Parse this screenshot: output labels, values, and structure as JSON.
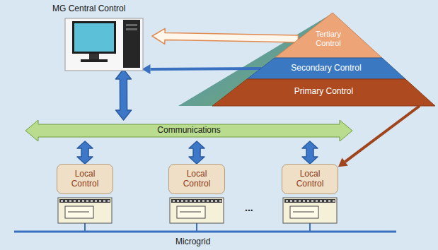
{
  "diagram": {
    "nodes": [
      {
        "text": [
          "MG Central Control"
        ]
      },
      {
        "text": [
          "Tertiary Control"
        ]
      },
      {
        "text": [
          "Secondary Control"
        ]
      },
      {
        "text": [
          "Primary Control"
        ]
      },
      {
        "text": [
          "Communications"
        ]
      },
      {
        "text": [
          "Local Control"
        ]
      },
      {
        "text": [
          "Local Control"
        ]
      },
      {
        "text": [
          "Local Control"
        ]
      }
    ],
    "edges": [
      {
        "from": 1,
        "to": 0,
        "arrow": "to"
      },
      {
        "from": 2,
        "to": 0,
        "arrow": "to"
      },
      {
        "from": 0,
        "to": 4,
        "arrow": "both"
      },
      {
        "from": 4,
        "to": 5,
        "arrow": "both"
      },
      {
        "from": 4,
        "to": 6,
        "arrow": "both"
      },
      {
        "from": 4,
        "to": 7,
        "arrow": "both"
      },
      {
        "from": 3,
        "to": 7,
        "arrow": "to"
      }
    ],
    "labels": [
      "...",
      "Microgrid"
    ]
  }
}
